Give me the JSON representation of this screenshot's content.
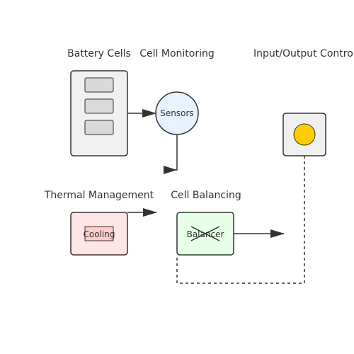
{
  "labels": {
    "battery_cells": "Battery Cells",
    "cell_monitoring": "Cell Monitoring",
    "io_control": "Input/Output Control",
    "thermal_management": "Thermal Management",
    "cell_balancing": "Cell Balancing"
  },
  "nodes": {
    "sensors": "Sensors",
    "cooling": "Cooling",
    "balancer": "Balancer"
  },
  "colors": {
    "stroke": "#333333",
    "battery_fill": "#f0f0f0",
    "cell_fill": "#d9d9d9",
    "sensor_fill": "#e6f2ff",
    "cooling_fill": "#ffe6e6",
    "cooling_inner_fill": "#ffcccc",
    "balancer_fill": "#e6ffe6",
    "io_fill": "#f0f0f0",
    "indicator": "#ffcc00"
  },
  "icons": {
    "balancer_cross": "x-mark-icon",
    "io_indicator": "status-light-icon"
  }
}
